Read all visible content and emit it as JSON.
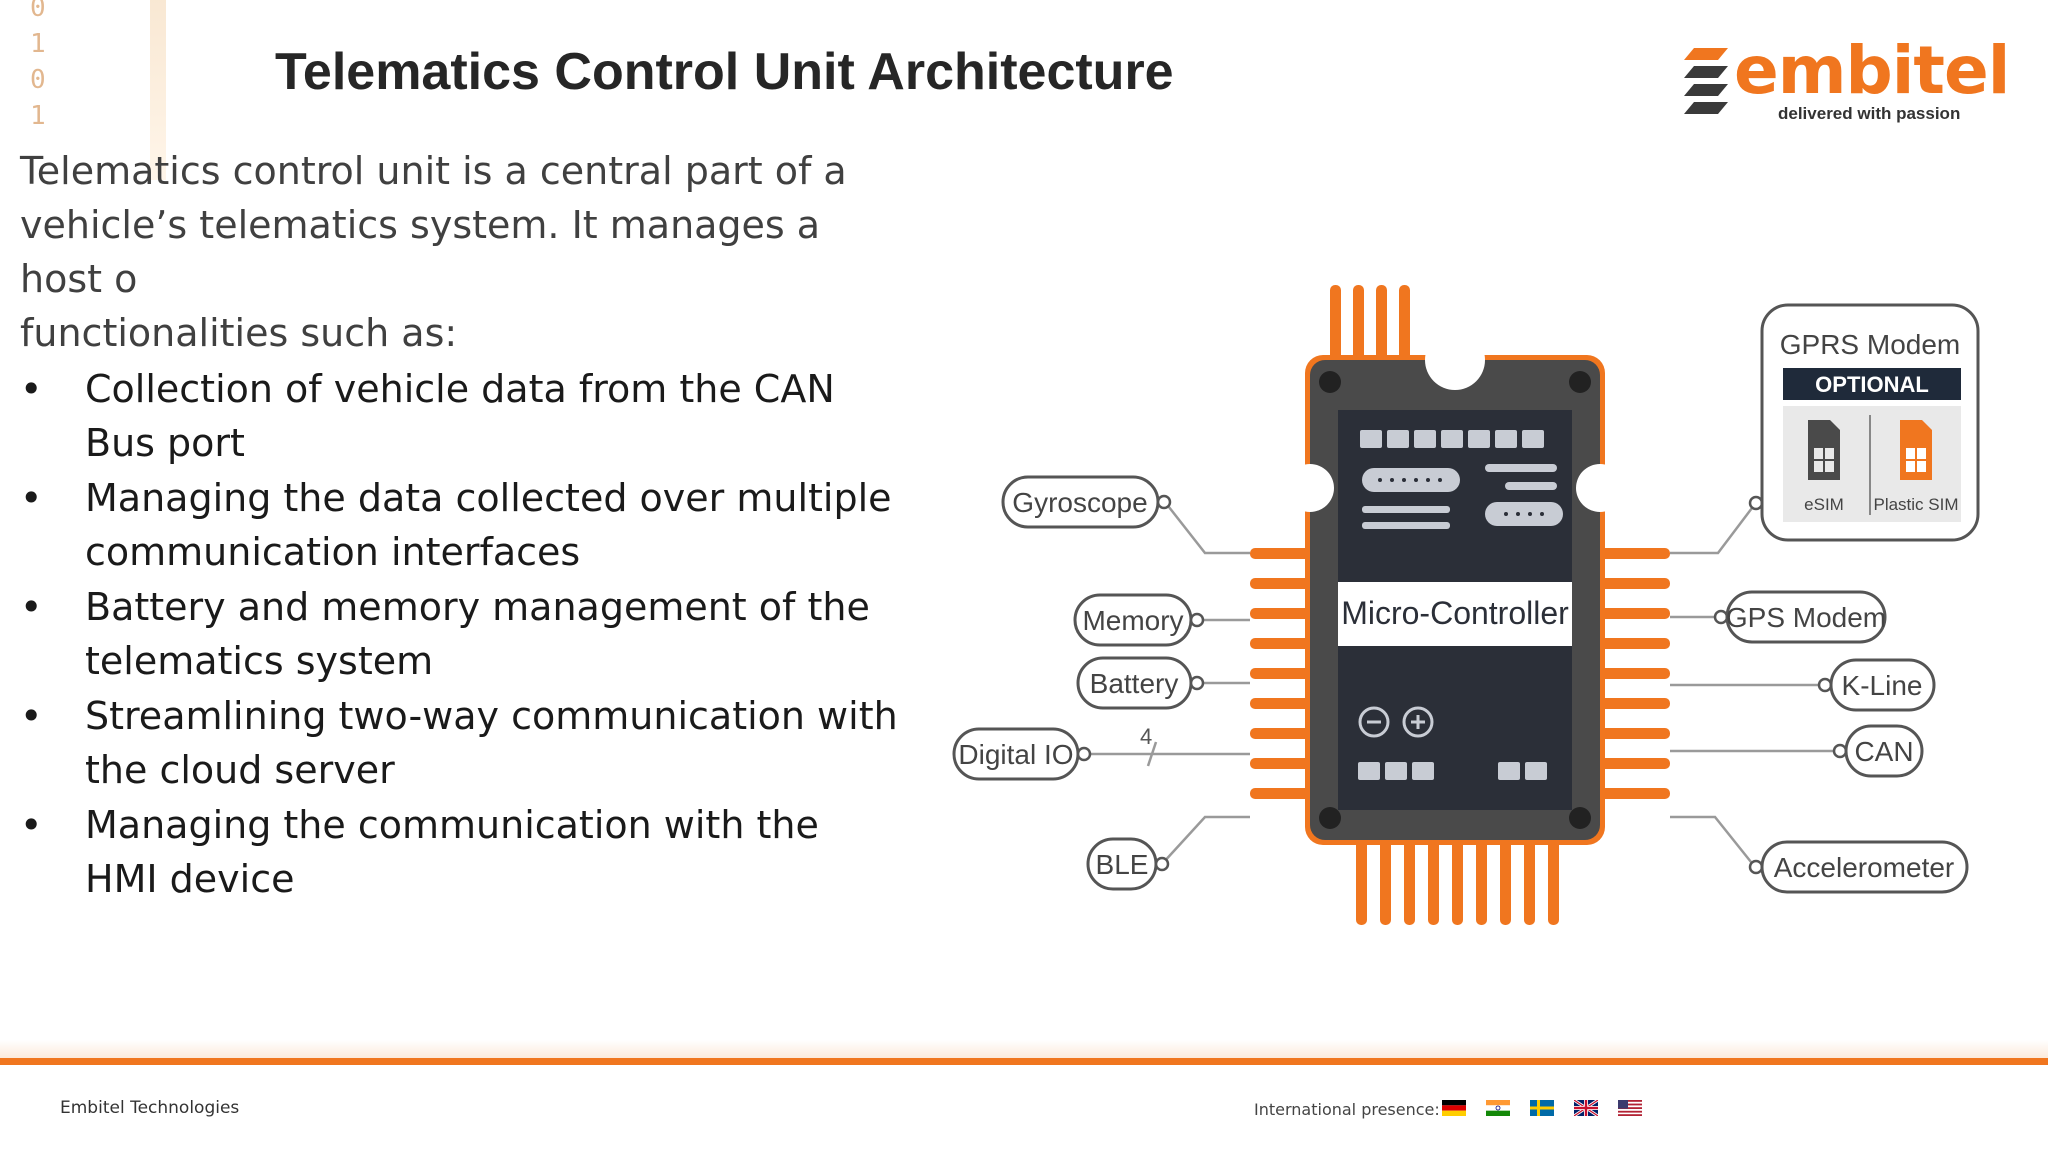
{
  "slide": {
    "title": "Telematics Control Unit Architecture",
    "binary_digits": [
      "0",
      "1",
      "0",
      "1"
    ],
    "intro": "Telematics control unit is a central part of a\nvehicle’s telematics system. It manages a host o\nfunctionalities such as:",
    "bullet_symbol": "•",
    "bullets": [
      "Collection of vehicle data from the CAN Bus port",
      "Managing the data collected over multiple communication interfaces",
      "Battery and memory management of the telematics system",
      "Streamlining two-way communication with the cloud server",
      "Managing the communication with the HMI device"
    ]
  },
  "logo": {
    "wordmark": "embitel",
    "tagline": "delivered with passion",
    "color": "#f0761f"
  },
  "diagram": {
    "chip_label": "Micro-Controller",
    "bus_width_label": "4",
    "left_peripherals": [
      "Gyroscope",
      "Memory",
      "Battery",
      "Digital IO",
      "BLE"
    ],
    "right_peripherals": [
      "GPS Modem",
      "K-Line",
      "CAN",
      "Accelerometer"
    ],
    "gprs": {
      "title": "GPRS Modem",
      "badge": "OPTIONAL",
      "sim_left": "eSIM",
      "sim_right": "Plastic SIM"
    },
    "colors": {
      "accent": "#f0761f",
      "chip_dark": "#2b2f38",
      "chip_body": "#4a4a4a"
    }
  },
  "footer": {
    "company": "Embitel Technologies",
    "presence_label": "International presence:",
    "flags": [
      "germany-flag-icon",
      "india-flag-icon",
      "sweden-flag-icon",
      "uk-flag-icon",
      "usa-flag-icon"
    ]
  }
}
